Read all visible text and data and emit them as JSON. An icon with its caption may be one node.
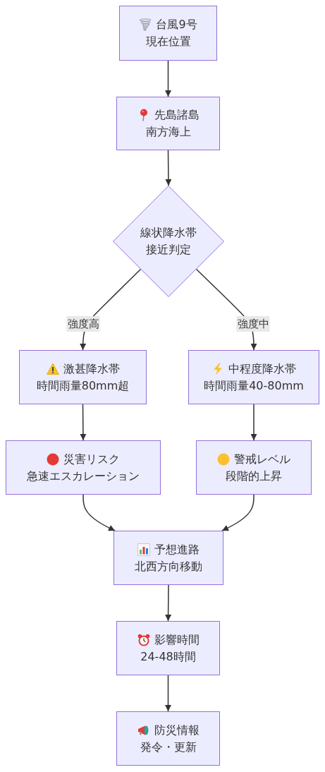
{
  "diagram": {
    "nodes": [
      {
        "text": [
          "台風9号",
          "現在位置"
        ]
      },
      {
        "text": [
          "先島諸島",
          "南方海上"
        ]
      },
      {
        "text": [
          "線状降水帯",
          "接近判定"
        ]
      },
      {
        "text": [
          "激甚降水帯",
          "時間雨量80mm超"
        ]
      },
      {
        "text": [
          "中程度降水帯",
          "時間雨量40-80mm"
        ]
      },
      {
        "text": [
          "災害リスク",
          "急速エスカレーション"
        ]
      },
      {
        "text": [
          "警戒レベル",
          "段階的上昇"
        ]
      },
      {
        "text": [
          "予想進路",
          "北西方向移動"
        ]
      },
      {
        "text": [
          "影響時間",
          "24-48時間"
        ]
      },
      {
        "text": [
          "防災情報",
          "発令・更新"
        ]
      }
    ],
    "edges": [
      {
        "from": 0,
        "to": 1,
        "arrow": "to"
      },
      {
        "from": 1,
        "to": 2,
        "arrow": "to"
      },
      {
        "from": 2,
        "to": 3,
        "arrow": "to",
        "label": "強度高"
      },
      {
        "from": 2,
        "to": 4,
        "arrow": "to",
        "label": "強度中"
      },
      {
        "from": 3,
        "to": 5,
        "arrow": "to"
      },
      {
        "from": 4,
        "to": 6,
        "arrow": "to"
      },
      {
        "from": 5,
        "to": 7,
        "arrow": "to"
      },
      {
        "from": 6,
        "to": 7,
        "arrow": "to"
      },
      {
        "from": 7,
        "to": 8,
        "arrow": "to"
      },
      {
        "from": 8,
        "to": 9,
        "arrow": "to"
      }
    ]
  }
}
